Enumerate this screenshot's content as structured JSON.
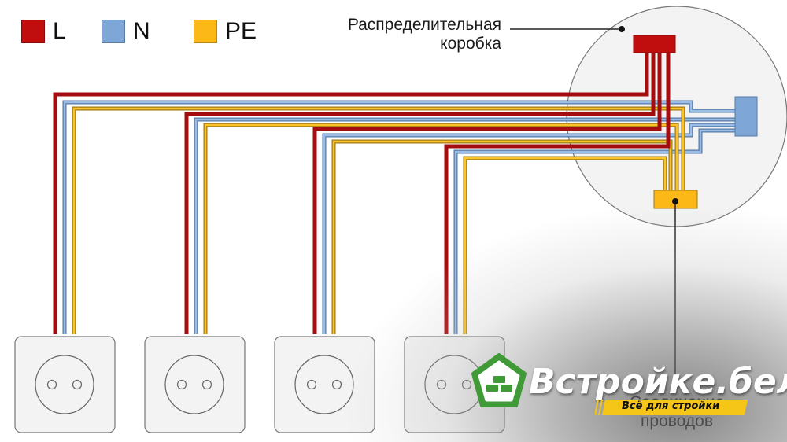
{
  "legend": [
    {
      "label": "L",
      "color": "#c00d0d"
    },
    {
      "label": "N",
      "color": "#7ea6d6"
    },
    {
      "label": "PE",
      "color": "#fbb817"
    }
  ],
  "labels": {
    "junction_box_line1": "Распределительная",
    "junction_box_line2": "коробка",
    "wire_connection_line1": "Соединение",
    "wire_connection_line2": "проводов"
  },
  "sockets": [
    {
      "id": 1,
      "label": "socket-1"
    },
    {
      "id": 2,
      "label": "socket-2"
    },
    {
      "id": 3,
      "label": "socket-3"
    },
    {
      "id": 4,
      "label": "socket-4"
    }
  ],
  "terminal_blocks": [
    {
      "name": "L terminal",
      "color": "#c00d0d"
    },
    {
      "name": "N terminal",
      "color": "#7ea6d6"
    },
    {
      "name": "PE terminal",
      "color": "#fbb817"
    }
  ],
  "watermark": {
    "brand": "Встройке.бел",
    "tagline": "Всё для стройки",
    "brand_color": "#3f9a37",
    "tagline_bg": "#f5c518"
  }
}
